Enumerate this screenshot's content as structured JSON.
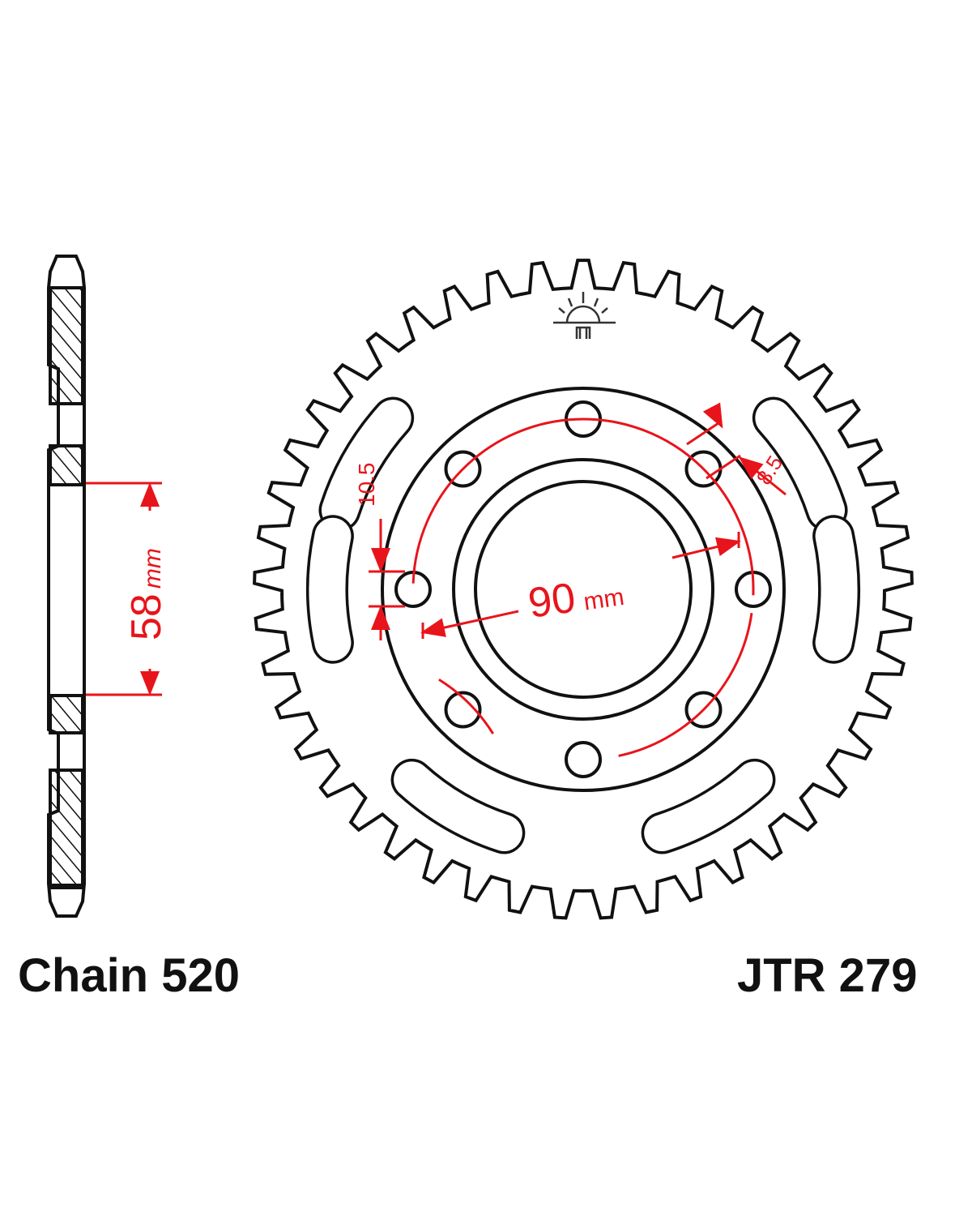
{
  "labels": {
    "chain": "Chain 520",
    "part_number": "JTR 279"
  },
  "dimensions": {
    "hub_bore": "58",
    "hub_bore_unit": "mm",
    "pcd": "90",
    "pcd_unit": "mm",
    "bolt_hole": "10.5",
    "slot_offset": "8.5"
  },
  "sprocket": {
    "teeth": 45,
    "bolt_holes": 8,
    "lightening_slots": 6
  },
  "colors": {
    "line": "#111111",
    "dimension": "#e8141b"
  }
}
